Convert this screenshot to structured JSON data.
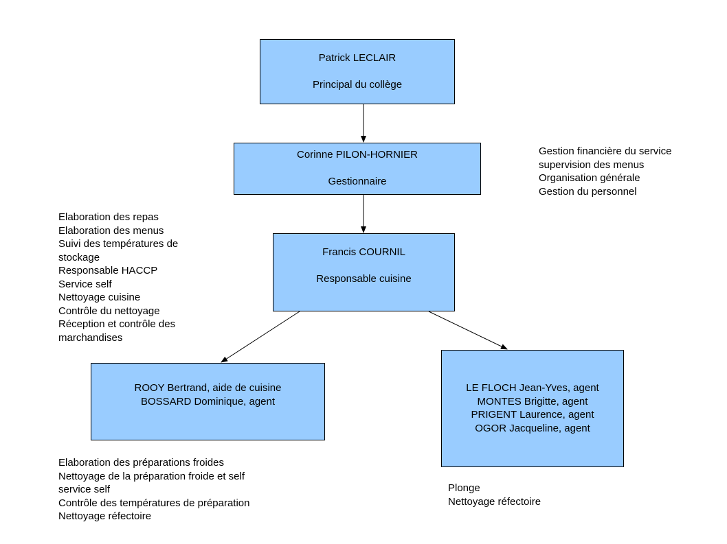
{
  "diagram": {
    "nodes": {
      "principal": {
        "name": "Patrick LECLAIR",
        "role": "Principal du collège"
      },
      "gestionnaire": {
        "name": "Corinne PILON-HORNIER",
        "role": "Gestionnaire"
      },
      "cuisine": {
        "name": "Francis COURNIL",
        "role": "Responsable cuisine"
      },
      "left_team": {
        "members": [
          "ROOY Bertrand, aide de cuisine",
          "BOSSARD Dominique, agent"
        ]
      },
      "right_team": {
        "members": [
          "LE FLOCH Jean-Yves, agent",
          "MONTES Brigitte, agent",
          "PRIGENT Laurence, agent",
          "OGOR Jacqueline, agent"
        ]
      }
    },
    "edges": [
      {
        "from": "principal",
        "to": "gestionnaire"
      },
      {
        "from": "gestionnaire",
        "to": "cuisine"
      },
      {
        "from": "cuisine",
        "to": "left_team"
      },
      {
        "from": "cuisine",
        "to": "right_team"
      }
    ],
    "notes": {
      "gestionnaire": [
        "Gestion  financière du service",
        "supervision  des menus",
        "Organisation  générale",
        "Gestion  du personnel"
      ],
      "cuisine": [
        "Elaboration  des repas",
        "Elaboration  des menus",
        "Suivi des températures  de",
        "stockage",
        "Responsable  HACCP",
        "Service self",
        "Nettoyage  cuisine",
        "Contrôle  du nettoyage",
        "Réception  et contrôle des",
        "marchandises"
      ],
      "left_team": [
        "Elaboration des préparations froides",
        "Nettoyage de la préparation froide et self",
        "service self",
        "Contrôle des températures de préparation",
        "Nettoyage réfectoire"
      ],
      "right_team": [
        "Plonge",
        "Nettoyage réfectoire"
      ]
    },
    "colors": {
      "box_fill": "#99ccff",
      "stroke": "#000000"
    }
  }
}
